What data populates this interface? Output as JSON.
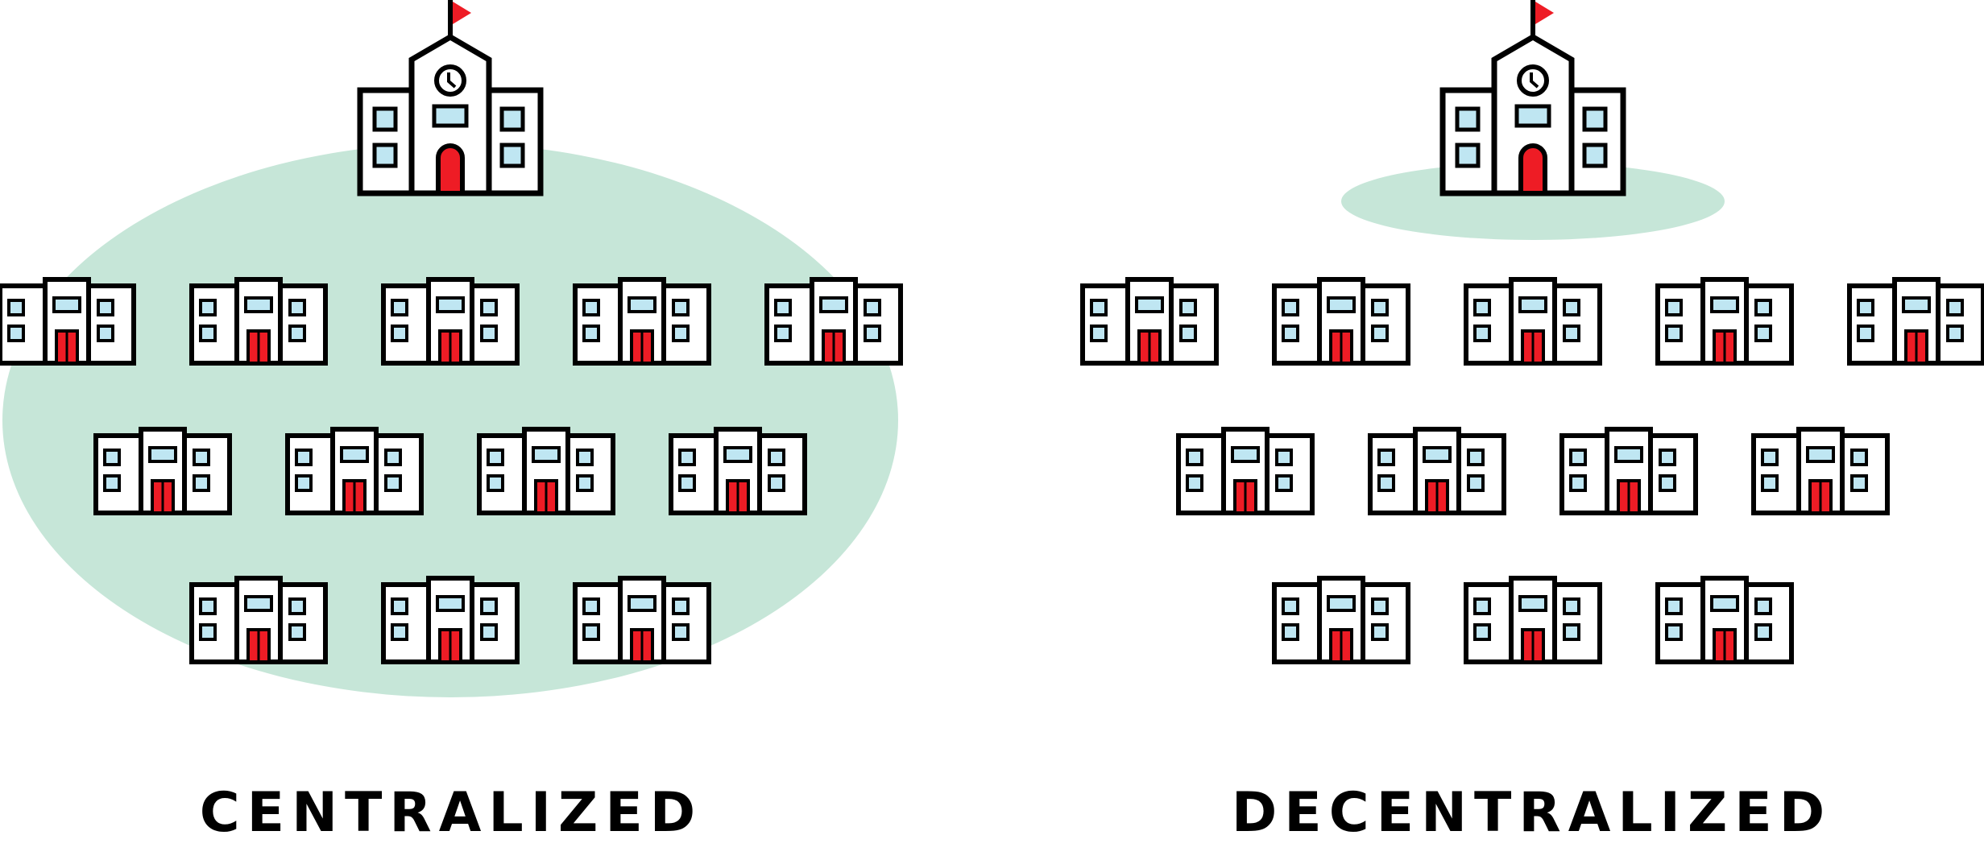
{
  "colors": {
    "background": "#ffffff",
    "outline": "#000000",
    "window": "#bfe6f2",
    "door": "#ee1c25",
    "flag": "#ee1c25",
    "zone": "#c6e6d8",
    "building": "#ffffff"
  },
  "panels": [
    {
      "id": "centralized",
      "label": "CENTRALIZED",
      "icon": "district-office-icon",
      "zone_scope": "covers-all-schools",
      "school_rows": [
        5,
        4,
        3
      ]
    },
    {
      "id": "decentralized",
      "label": "DECENTRALIZED",
      "icon": "district-office-icon",
      "zone_scope": "district-office-only",
      "school_rows": [
        5,
        4,
        3
      ]
    }
  ]
}
